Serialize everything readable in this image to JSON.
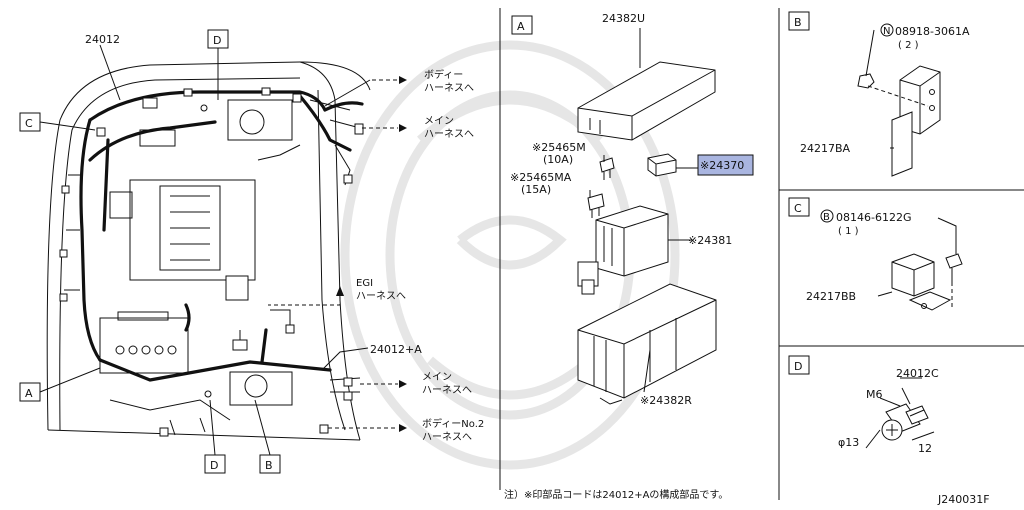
{
  "diagram_code": "J240031F",
  "footnote": "注）※印部品コードは24012+Aの構成部品です。",
  "main_view": {
    "part_24012": "24012",
    "part_24012A": "24012+A",
    "callouts": {
      "A": "A",
      "B": "B",
      "C": "C",
      "D1": "D",
      "D2": "D"
    },
    "connections": {
      "body_1": "ボディー",
      "body_2": "ハーネスへ",
      "main1_1": "メイン",
      "main1_2": "ハーネスへ",
      "egi_1": "EGI",
      "egi_2": "ハーネスへ",
      "main2_1": "メイン",
      "main2_2": "ハーネスへ",
      "body2_1": "ボディーNo.2",
      "body2_2": "ハーネスへ"
    }
  },
  "panel_A": {
    "label": "A",
    "cover": "24382U",
    "fuse_10_1": "※25465M",
    "fuse_10_2": "(10A)",
    "fuse_15_1": "※25465MA",
    "fuse_15_2": "(15A)",
    "relay": "※24370",
    "block": "※24381",
    "case": "※24382R"
  },
  "panel_B": {
    "label": "B",
    "nut_symbol": "N",
    "nut": "08918-3061A",
    "nut_qty": "( 2 )",
    "bracket": "24217BA"
  },
  "panel_C": {
    "label": "C",
    "bolt_symbol": "B",
    "bolt": "08146-6122G",
    "bolt_qty": "( 1 )",
    "bracket": "24217BB"
  },
  "panel_D": {
    "label": "D",
    "clip": "24012C",
    "thread": "M6",
    "diameter": "φ13",
    "length": "12"
  }
}
